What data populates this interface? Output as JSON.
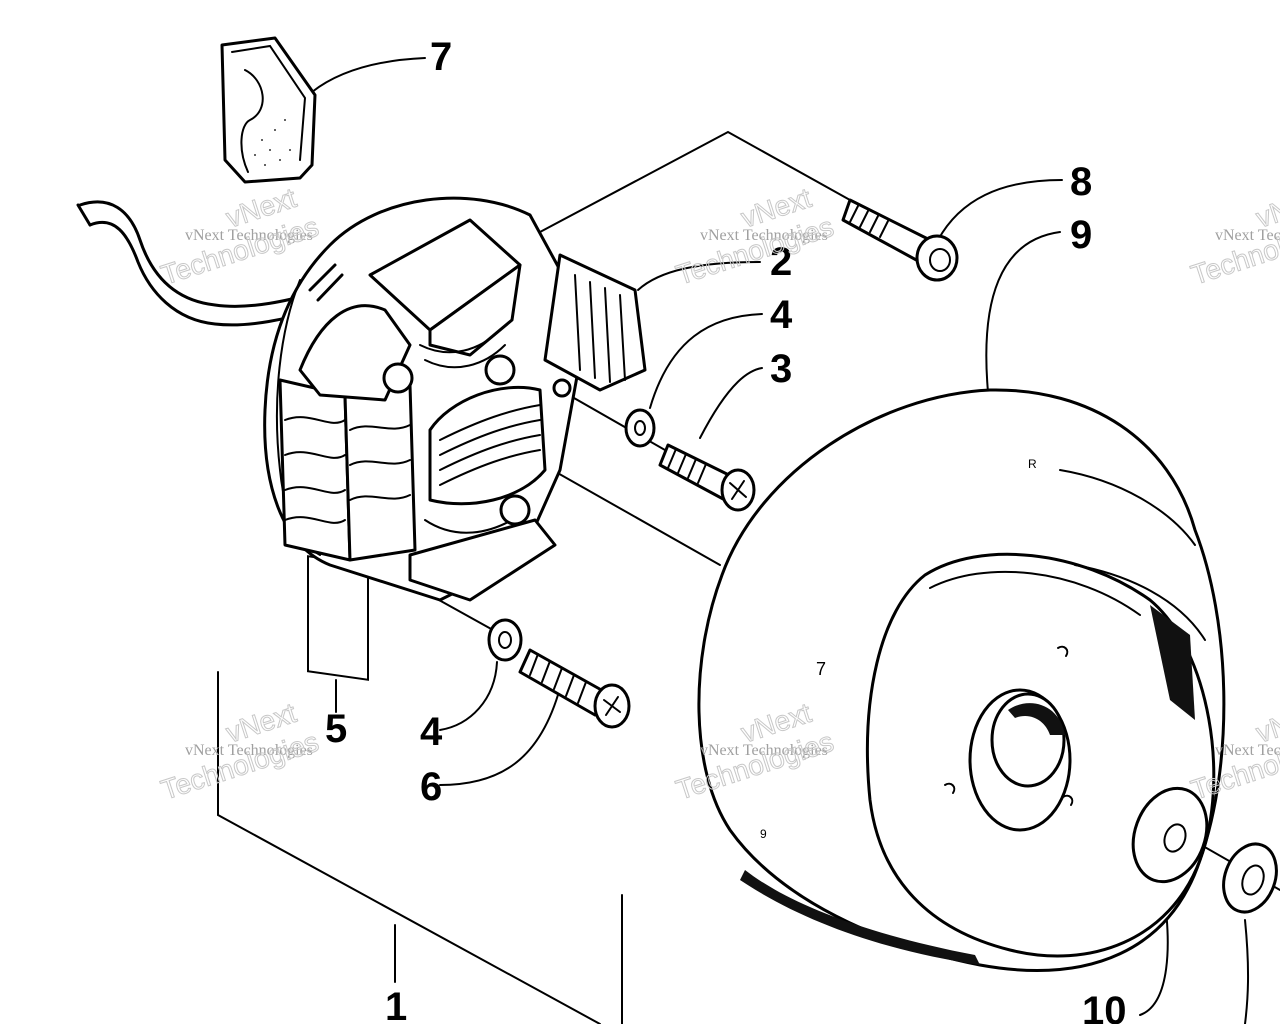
{
  "callouts": {
    "c1": "1",
    "c2": "2",
    "c3": "3",
    "c4a": "4",
    "c4b": "4",
    "c5": "5",
    "c6": "6",
    "c7": "7",
    "c8": "8",
    "c9": "9",
    "c10": "10"
  },
  "watermark": {
    "small": "vNext Technologies",
    "top": "vNext",
    "bottom": "Technologies"
  },
  "flywheel_marks": {
    "r": "R",
    "seven": "7",
    "nine": "9"
  }
}
